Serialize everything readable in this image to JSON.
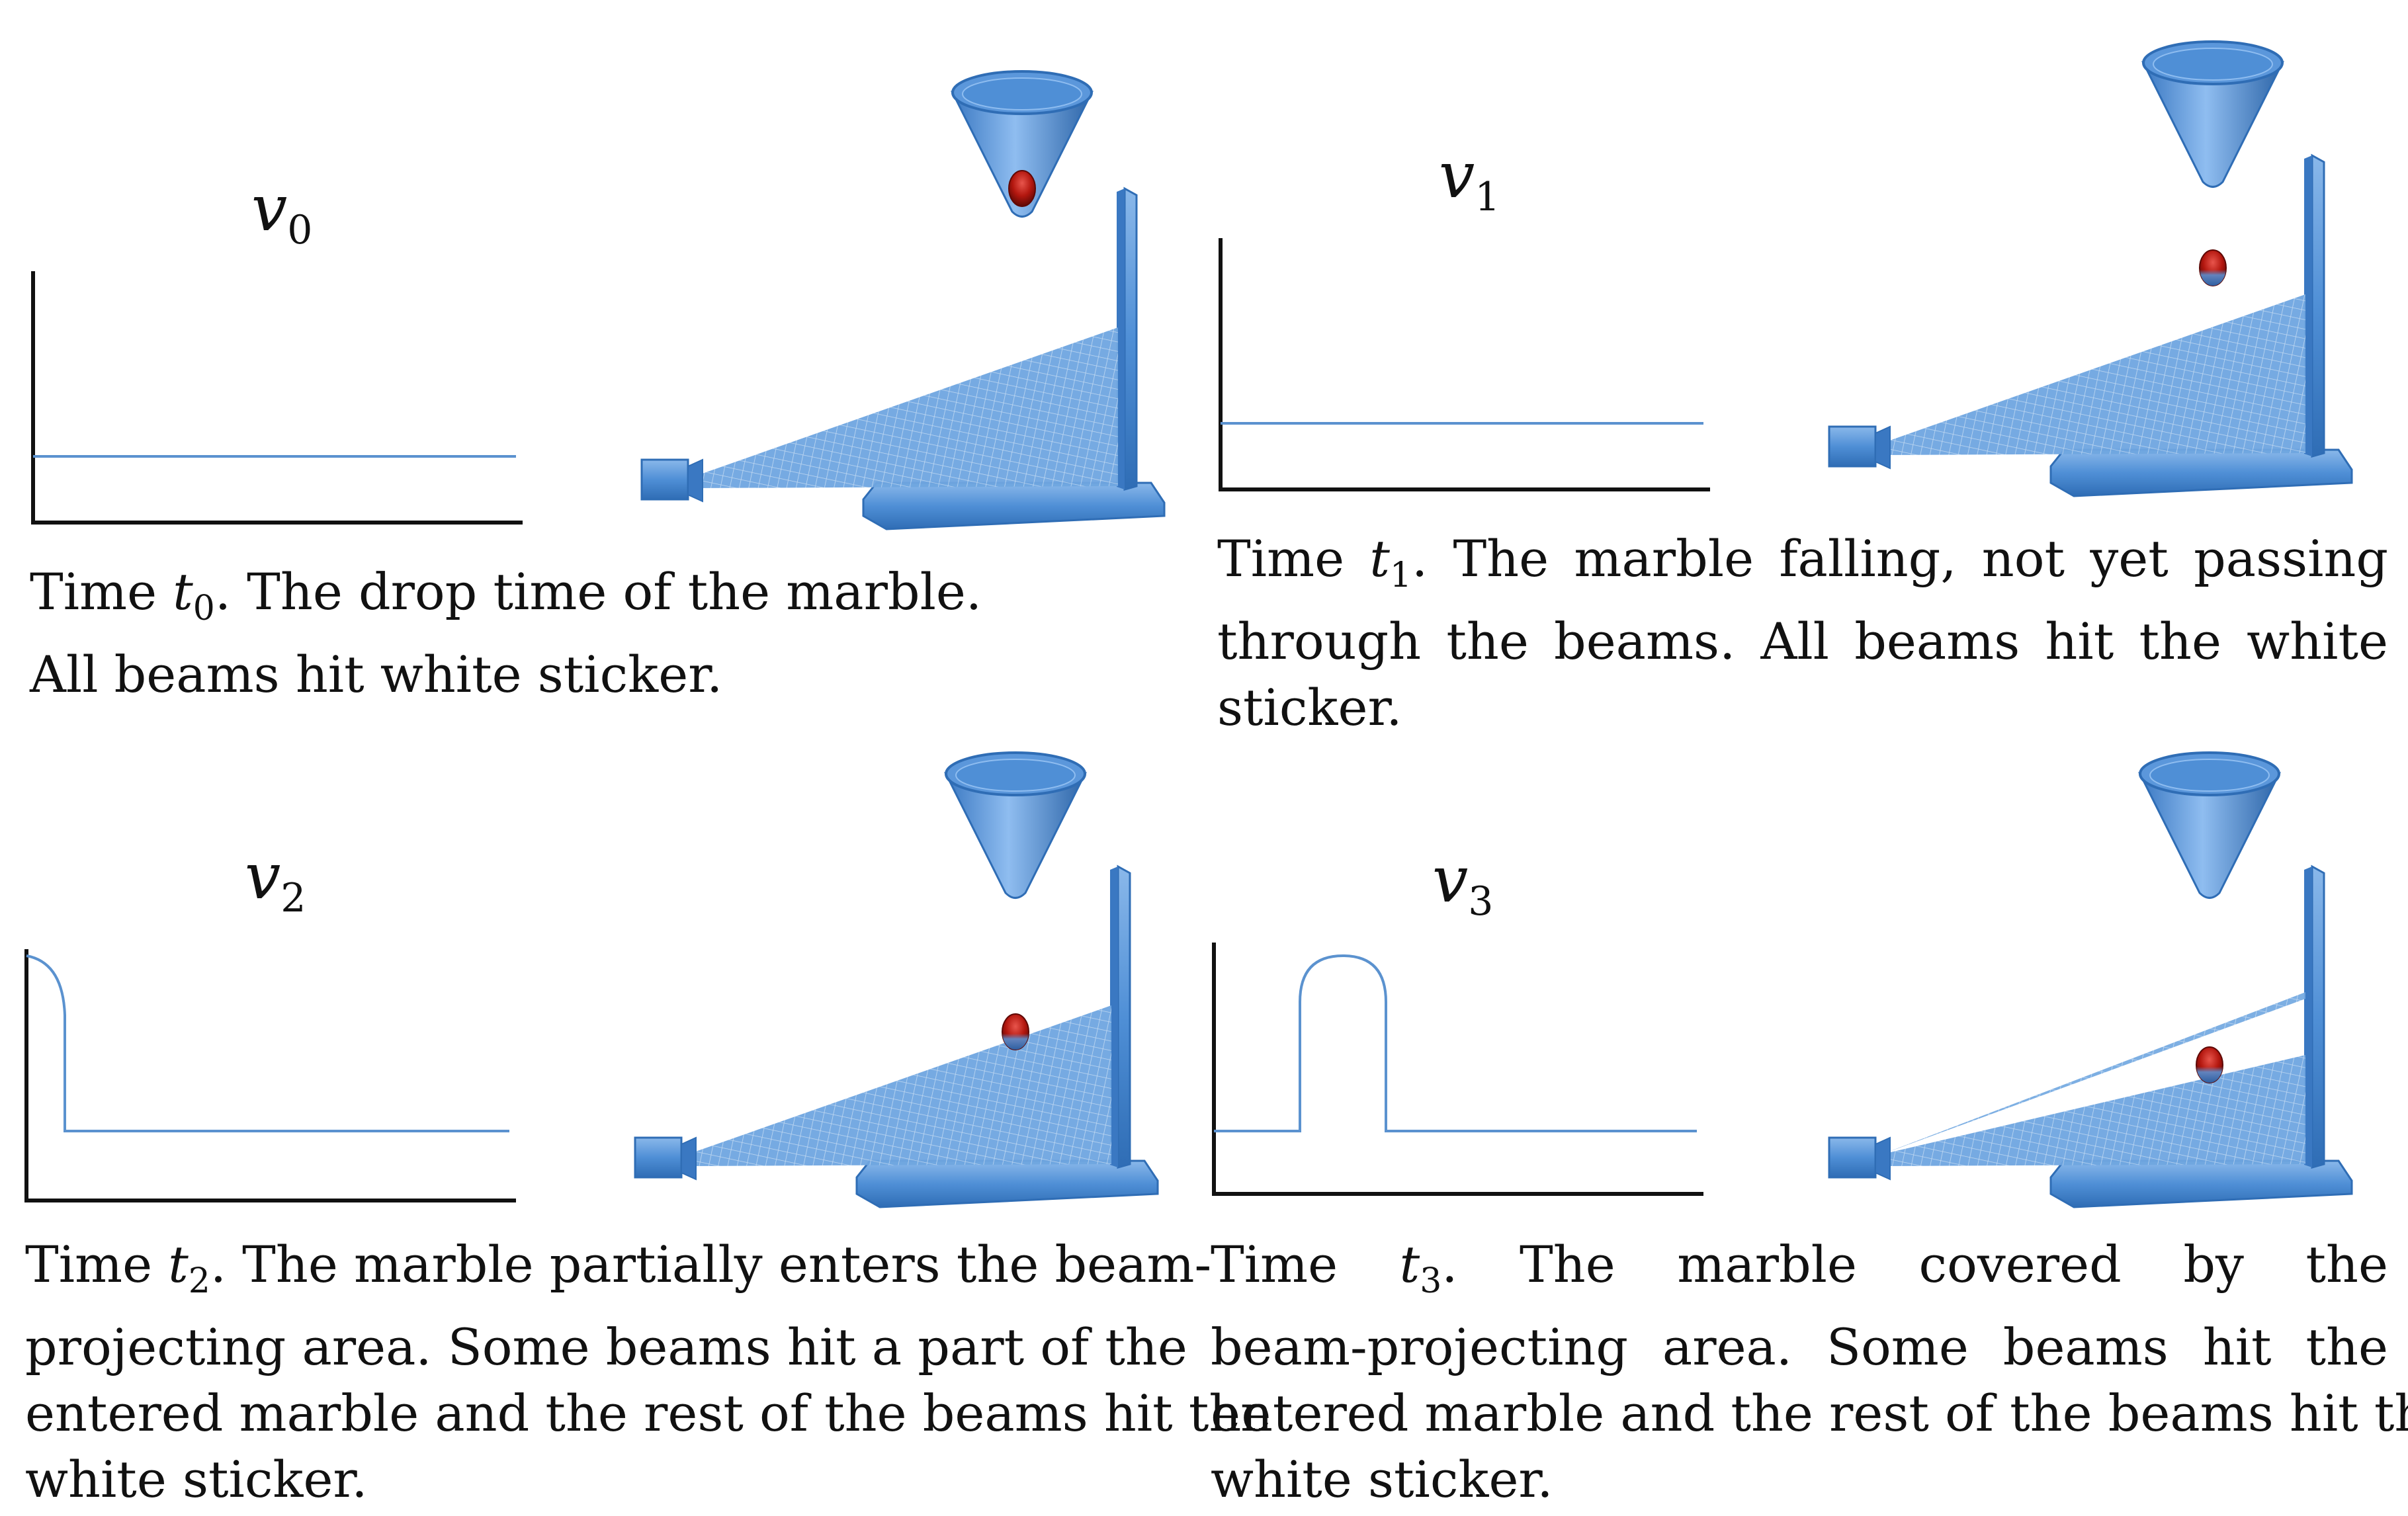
{
  "colors": {
    "signal": "#5b92cf",
    "axis": "#111111",
    "apparatus": "#4f8fd6",
    "apparatus_dark": "#2f6db5",
    "beam": "#6fa6e0",
    "marble_red": "#c0201a",
    "marble_blue": "#4a7fc0"
  },
  "panels": [
    {
      "id": "p0",
      "variable": "v",
      "variable_sub": "0",
      "time_word": "Time",
      "time_sym": "t",
      "time_sub": "0",
      "caption_lines": [
        ". The drop time of the marble.",
        "All beams hit white sticker."
      ],
      "signal_shape": "flat",
      "marble_position": "in-funnel",
      "beam_state": "unblocked"
    },
    {
      "id": "p1",
      "variable": "v",
      "variable_sub": "1",
      "time_word": "Time",
      "time_sym": "t",
      "time_sub": "1",
      "caption_lines": [
        ".  The marble falling, not yet passing",
        "through the beams.  All beams hit the white",
        "sticker."
      ],
      "signal_shape": "flat",
      "marble_position": "above-beams",
      "beam_state": "unblocked"
    },
    {
      "id": "p2",
      "variable": "v",
      "variable_sub": "2",
      "time_word": "Time",
      "time_sym": "t",
      "time_sub": "2",
      "caption_lines": [
        ". The marble partially enters the beam-",
        "projecting area. Some beams hit a part of the",
        "entered marble and the rest of the beams hit the",
        "white sticker."
      ],
      "signal_shape": "falling-edge",
      "marble_position": "entering-beams",
      "beam_state": "partial"
    },
    {
      "id": "p3",
      "variable": "v",
      "variable_sub": "3",
      "time_word": "Time",
      "time_sym": "t",
      "time_sub": "3",
      "caption_lines": [
        ".    The marble covered by the",
        "beam-projecting area.  Some beams hit the",
        "entered marble and the rest of the beams hit the",
        "white sticker."
      ],
      "signal_shape": "pulse",
      "marble_position": "inside-beams",
      "beam_state": "split"
    }
  ]
}
